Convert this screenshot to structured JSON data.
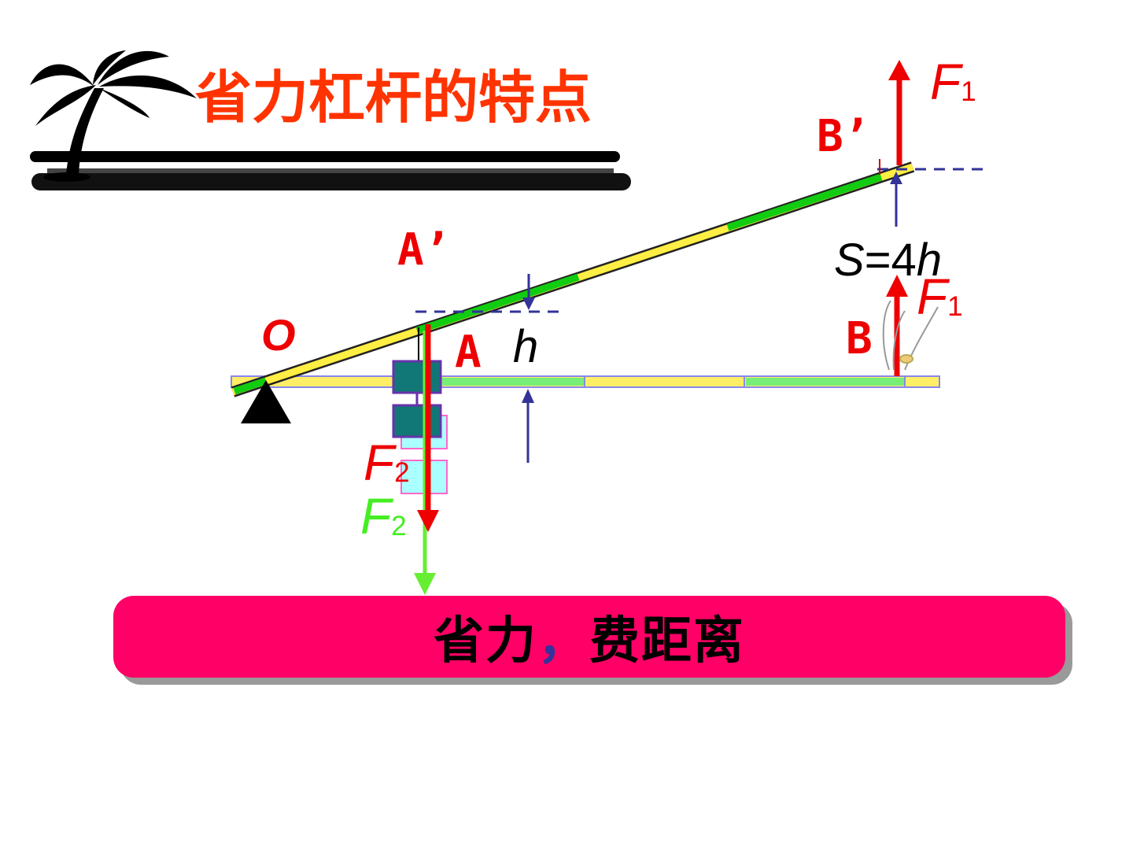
{
  "title": "省力杠杆的特点",
  "conclusion": {
    "part1": "省力",
    "comma": "，",
    "part2": "费距离"
  },
  "labels": {
    "O": "O",
    "A": "A",
    "A_prime": "A’",
    "B": "B",
    "B_prime": "B’",
    "h": "h",
    "s_eq": {
      "s": "S",
      "eq": "=4",
      "h": "h"
    },
    "F1_top": {
      "F": "F",
      "sub": "1"
    },
    "F1_bottom": {
      "F": "F",
      "sub": "1"
    },
    "F2_red": {
      "F": "F",
      "sub": "2"
    },
    "F2_green": {
      "F": "F",
      "sub": "2"
    }
  },
  "colors": {
    "title": "#ff3300",
    "label_red": "#ee0000",
    "label_green": "#44ee22",
    "dark": "#000000",
    "banner": "#ff0066",
    "comma": "#333399",
    "lever_yellow": "#ffee44",
    "lever_green": "#66ee66",
    "lever_green_dark": "#11cc11",
    "lever_border": "#8888ee",
    "weight": "#117777",
    "weight_ghost": "#aaffff",
    "weight_ghost_border": "#ff66cc",
    "guide": "#333399"
  },
  "icons": [
    "palm-tree-icon",
    "fulcrum-triangle-icon",
    "hand-icon"
  ]
}
